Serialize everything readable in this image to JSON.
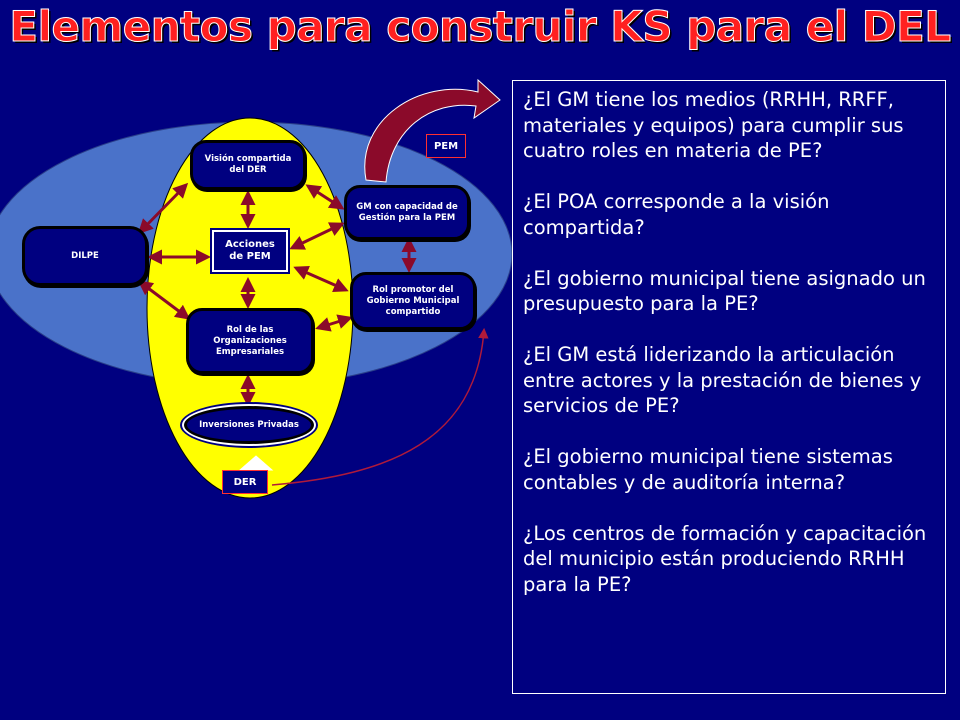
{
  "slide": {
    "title": "Elementos para construir KS para el DEL"
  },
  "diagram": {
    "nodes": {
      "vision": "Visión compartida del DER",
      "gm_capacidad": "GM con capacidad de Gestión para la PEM",
      "dilpe": "DILPE",
      "acciones": "Acciones de PEM",
      "rol_promotor": "Rol promotor del Gobierno Municipal compartido",
      "rol_organizaciones": "Rol de las Organizaciones Empresariales",
      "inversiones": "Inversiones Privadas"
    },
    "tags": {
      "pem": "PEM",
      "der": "DER"
    },
    "colors": {
      "background": "#000080",
      "outer_ellipse": "#4a72c9",
      "inner_ellipse": "#ffff00",
      "arrow": "#8b0a2a",
      "title": "#ff2020"
    }
  },
  "questions": [
    "¿El GM tiene los medios (RRHH, RRFF, materiales y equipos) para cumplir sus cuatro roles en materia de PE?",
    "¿El POA corresponde a la visión compartida?",
    "¿El gobierno municipal tiene asignado un presupuesto para la PE?",
    "¿El GM está liderizando la articulación entre actores y la prestación de bienes y servicios de PE?",
    "¿El gobierno municipal tiene sistemas contables y de auditoría interna?",
    "¿Los centros de formación y capacitación del municipio están produciendo RRHH  para la PE?"
  ]
}
